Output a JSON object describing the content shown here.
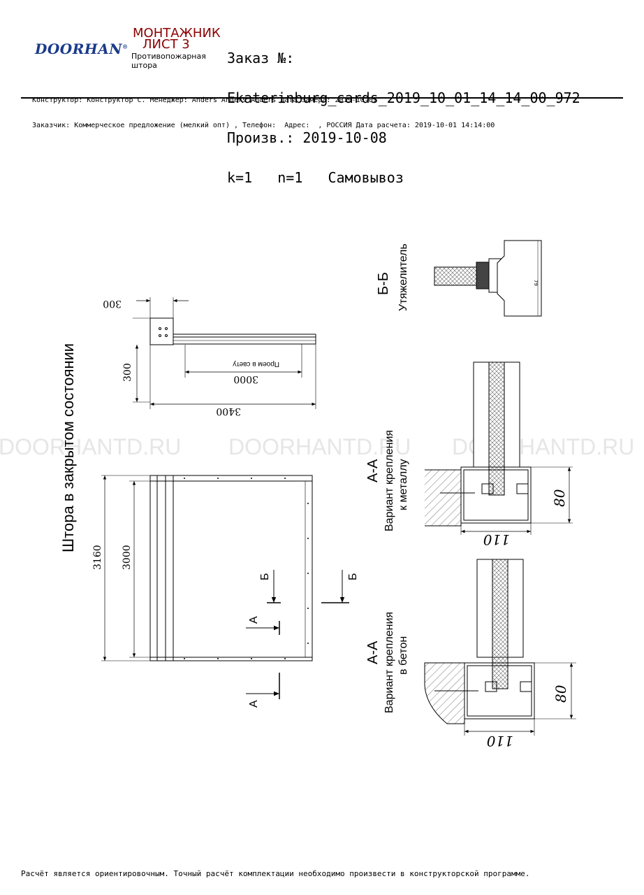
{
  "header": {
    "logo": "DOORHAN",
    "logo_mark": "®",
    "role": "МОНТАЖНИК",
    "sheet": "ЛИСТ 3",
    "product_line1": "Противопожарная",
    "product_line2": "штора",
    "order_label": "Заказ №:",
    "order_number": "Ekaterinburg_cards_2019_10_01_14_14_00_972",
    "production": "Произв.: 2019-10-08",
    "quantities": "k=1   n=1   Самовывоз",
    "info_line1": "Конструктор: Конструктор С. Менеджер: Anders Anders Anders Дата замера: 2019-10-01",
    "info_line2": "Заказчик: Коммерческое предложение (мелкий опт) , Телефон:  Адрес:  , РОССИЯ Дата расчета: 2019-10-01 14:14:00"
  },
  "watermark": "DOORHANTD.RU",
  "drawing": {
    "main_title": "Штора в закрытом состоянии",
    "top_view": {
      "dim_300_top": "300",
      "dim_300_side": "300",
      "dim_opening": "3000",
      "opening_label": "Проем в свету",
      "dim_total": "3400"
    },
    "front_view": {
      "dim_total_height": "3160",
      "dim_opening_height": "3000",
      "section_b": "Б",
      "section_a": "А"
    },
    "section_bb": {
      "title": "Б-Б",
      "caption": "Утяжелитель",
      "small_dim": "79"
    },
    "section_aa_metal": {
      "title": "А-А",
      "caption1": "Вариант крепления",
      "caption2": "к металлу",
      "dim_height": "80",
      "dim_width": "110"
    },
    "section_aa_concrete": {
      "title": "А-А",
      "caption1": "Вариант крепления",
      "caption2": "в бетон",
      "dim_height": "80",
      "dim_width": "110"
    }
  },
  "footer": "Расчёт является ориентировочным. Точный расчёт комплектации необходимо произвести в конструкторской программе."
}
